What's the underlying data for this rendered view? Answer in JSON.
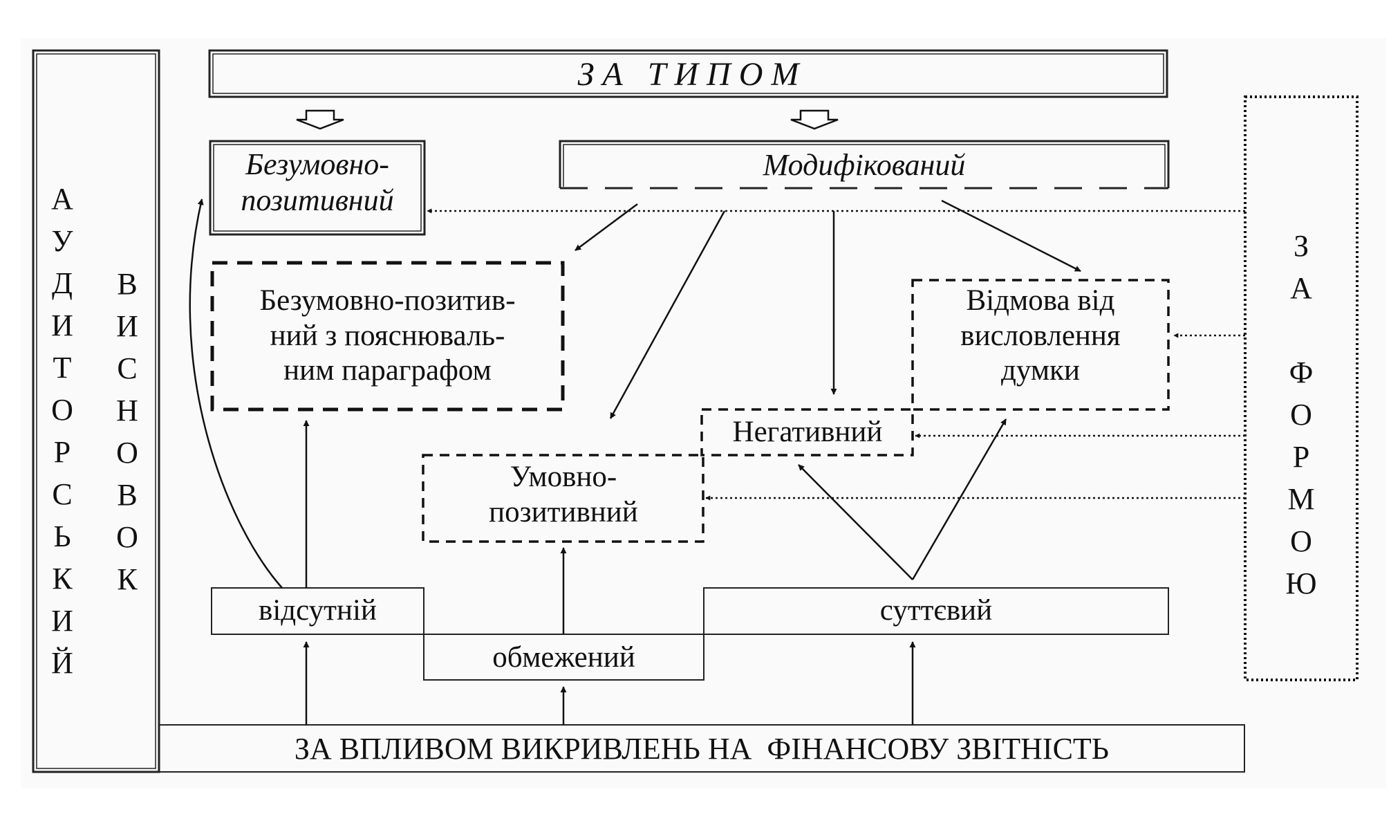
{
  "title_by_type": "З А   Т И П О М",
  "unconditional_positive": "Безумовно-\nпозитивний",
  "modified": "Модифікований",
  "unqualified_with_paragraph": "Безумовно-позитив-\nний з пояснюваль-\nним параграфом",
  "disclaimer": "Відмова від\nвисловлення\nдумки",
  "negative": "Негативний",
  "conditional_positive": "Умовно-\nпозитивний",
  "impact_absent": "відсутній",
  "impact_limited": "обмежений",
  "impact_material": "суттєвий",
  "by_impact": "ЗА ВПЛИВОМ ВИКРИВЛЕНЬ НА  ФІНАНСОВУ ЗВІТНІСТЬ",
  "left_vertical_1": [
    "А",
    "У",
    "Д",
    "И",
    "Т",
    "О",
    "Р",
    "С",
    "Ь",
    "К",
    "И",
    "Й"
  ],
  "left_vertical_2": [
    "В",
    "И",
    "С",
    "Н",
    "О",
    "В",
    "О",
    "К"
  ],
  "right_vertical": [
    "З",
    "А",
    "",
    "Ф",
    "О",
    "Р",
    "М",
    "О",
    "Ю"
  ]
}
